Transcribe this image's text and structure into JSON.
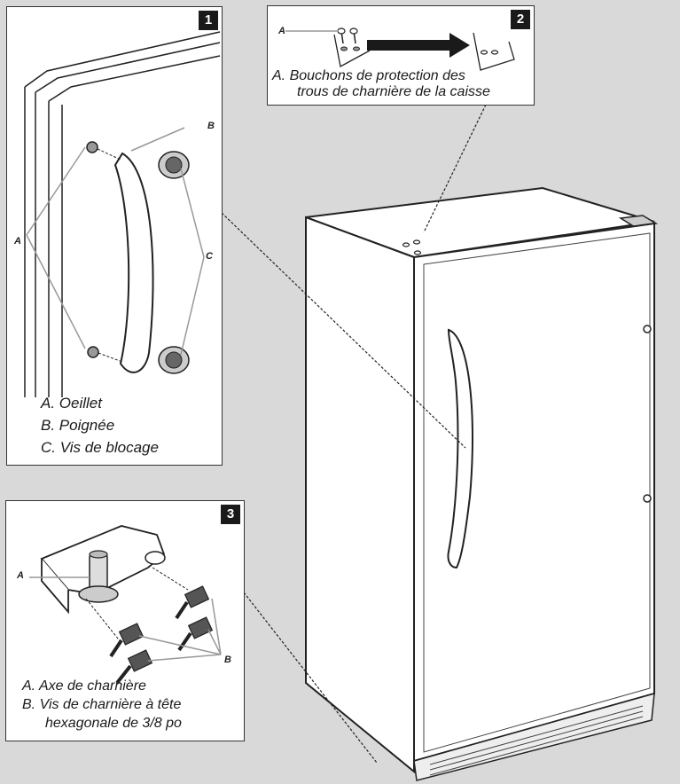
{
  "panel1": {
    "number": "1",
    "label_a": "A",
    "label_b": "B",
    "label_c": "C",
    "captions": [
      "A.  Oeillet",
      "B.  Poignée",
      "C.  Vis de blocage"
    ]
  },
  "panel2": {
    "number": "2",
    "label_a": "A",
    "caption_line1": "A.  Bouchons de protection des",
    "caption_line2": "trous de charnière de la caisse"
  },
  "panel3": {
    "number": "3",
    "label_a": "A",
    "label_b": "B",
    "caption_a": "A.  Axe de charnière",
    "caption_b_line1": "B.  Vis de charnière à tête",
    "caption_b_line2": "hexagonale de 3/8 po"
  }
}
